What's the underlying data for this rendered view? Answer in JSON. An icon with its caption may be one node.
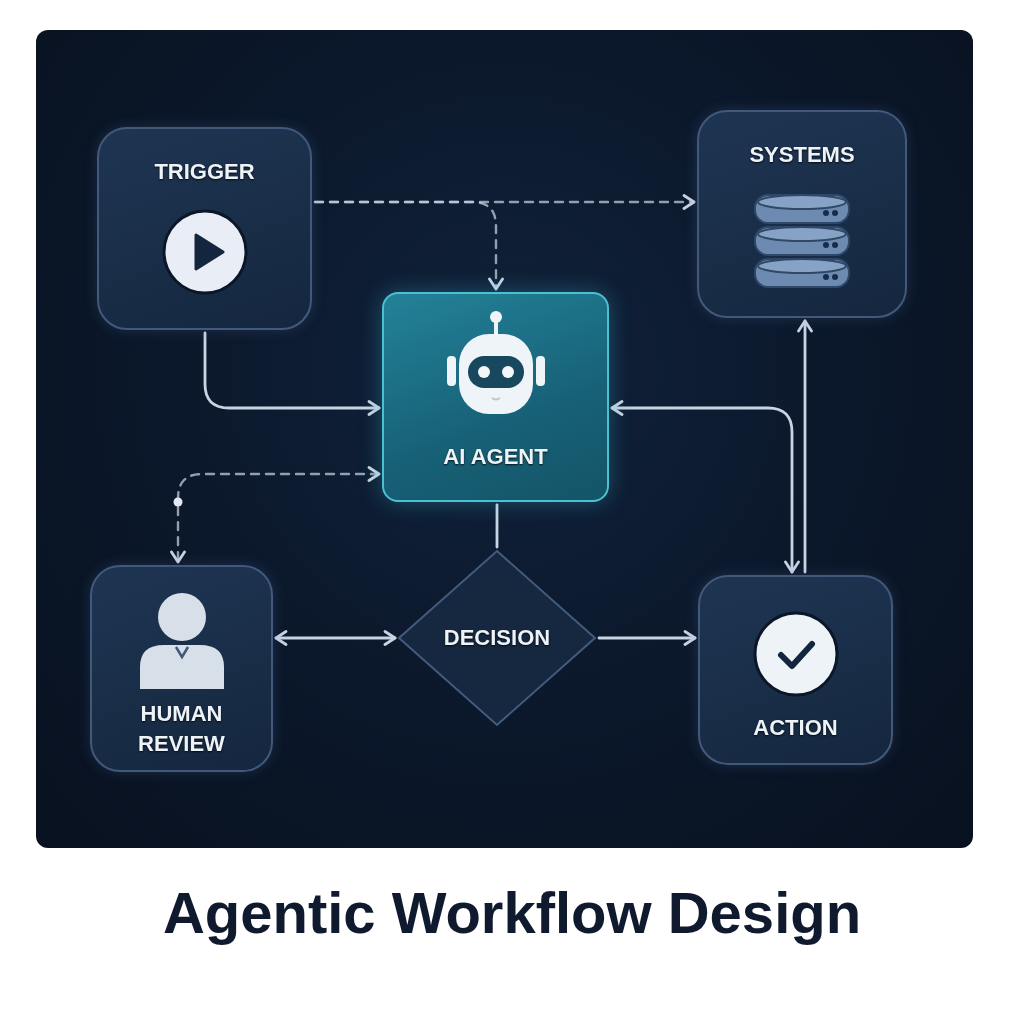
{
  "diagram": {
    "title": "Agentic Workflow Design",
    "nodes": [
      {
        "text": [
          "TRIGGER"
        ]
      },
      {
        "text": [
          "SYSTEMS"
        ]
      },
      {
        "text": [
          "AI AGENT"
        ]
      },
      {
        "text": [
          "HUMAN REVIEW"
        ]
      },
      {
        "text": [
          "DECISION"
        ]
      },
      {
        "text": [
          "ACTION"
        ]
      }
    ],
    "edges": [
      {
        "from": 0,
        "to": 1,
        "arrow": "to",
        "style": "dashed"
      },
      {
        "from": 0,
        "to": 2,
        "arrow": "to",
        "style": "dashed"
      },
      {
        "from": 0,
        "to": 2,
        "arrow": "to"
      },
      {
        "from": 2,
        "to": 3,
        "arrow": "both",
        "style": "dashed"
      },
      {
        "from": 2,
        "to": 4,
        "arrow": "none"
      },
      {
        "from": 3,
        "to": 4,
        "arrow": "both"
      },
      {
        "from": 4,
        "to": 5,
        "arrow": "to"
      },
      {
        "from": 2,
        "to": 5,
        "arrow": "both"
      },
      {
        "from": 5,
        "to": 1,
        "arrow": "to"
      }
    ]
  }
}
